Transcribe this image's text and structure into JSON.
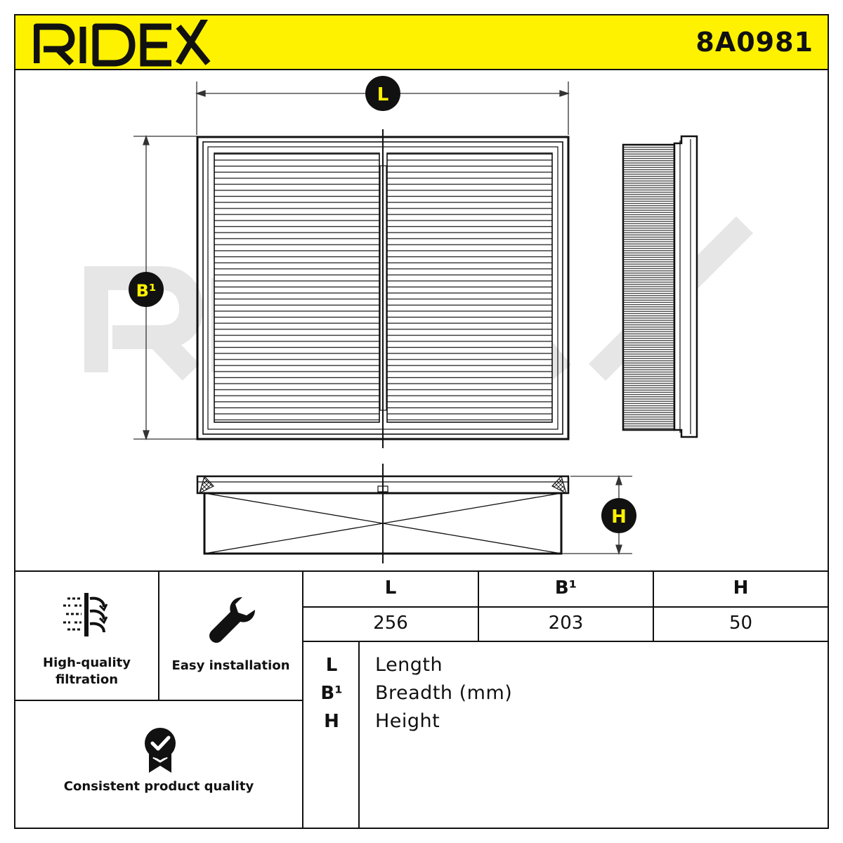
{
  "brand": {
    "name": "RIDEX",
    "article_code": "8A0981"
  },
  "drawing": {
    "watermark": "RIDEX",
    "markers": {
      "length": "L",
      "breadth": "B¹",
      "height": "H"
    }
  },
  "features": [
    {
      "label": "High-quality\nfiltration",
      "icon": "filtration-icon"
    },
    {
      "label": "Easy installation",
      "icon": "wrench-icon"
    },
    {
      "label": "Consistent product quality",
      "icon": "quality-badge-icon"
    }
  ],
  "dimensions_table": {
    "headers": [
      "L",
      "B¹",
      "H"
    ],
    "values": [
      "256",
      "203",
      "50"
    ]
  },
  "legend": [
    {
      "key": "L",
      "text": "Length"
    },
    {
      "key": "B¹",
      "text": "Breadth (mm)"
    },
    {
      "key": "H",
      "text": "Height"
    }
  ],
  "colors": {
    "accent": "#fff200",
    "ink": "#111111",
    "watermark": "#e6e6e6"
  }
}
